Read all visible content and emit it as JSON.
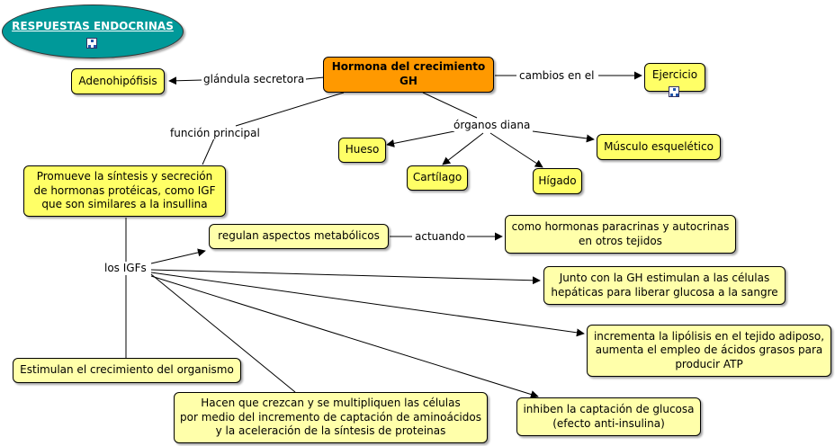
{
  "title": "RESPUESTAS ENDOCRINAS",
  "map_icon": "concept-map-icon",
  "colors": {
    "title_fill": "#009999",
    "central_fill": "#ff9900",
    "node_fill": "#ffff66",
    "sub_node_fill": "#ffffaa"
  },
  "central": "Hormona del crecimiento\nGH",
  "nodes": {
    "adenohipofisis": "Adenohipófisis",
    "ejercicio": "Ejercicio",
    "hueso": "Hueso",
    "cartilago": "Cartílago",
    "higado": "Hígado",
    "musculo": "Músculo esquelético",
    "promueve": "Promueve la síntesis y secreción\nde hormonas protéicas, como IGF\nque son similares a la insullina",
    "regulan": "regulan aspectos metabólicos",
    "paracrinas": "como hormonas paracrinas y autocrinas\nen otros tejidos",
    "junto": "Junto con la GH estimulan a las células\nhepáticas para liberar glucosa a la sangre",
    "lipolisis": "incrementa la lipólisis en el tejido adiposo,\naumenta el empleo de ácidos grasos para\nproducir ATP",
    "estimulan": "Estimulan el crecimiento del organismo",
    "hacen": "Hacen que crezcan y se multipliquen las células\npor medio del incremento de captación de aminoácidos\ny la aceleración de la síntesis de proteinas",
    "inhiben": "inhiben la captación de glucosa\n(efecto anti-insulina)"
  },
  "links": {
    "glandula": "glándula secretora",
    "cambios": "cambios en el",
    "funcion": "función principal",
    "organos": "órganos diana",
    "igfs": "los IGFs",
    "actuando": "actuando"
  }
}
